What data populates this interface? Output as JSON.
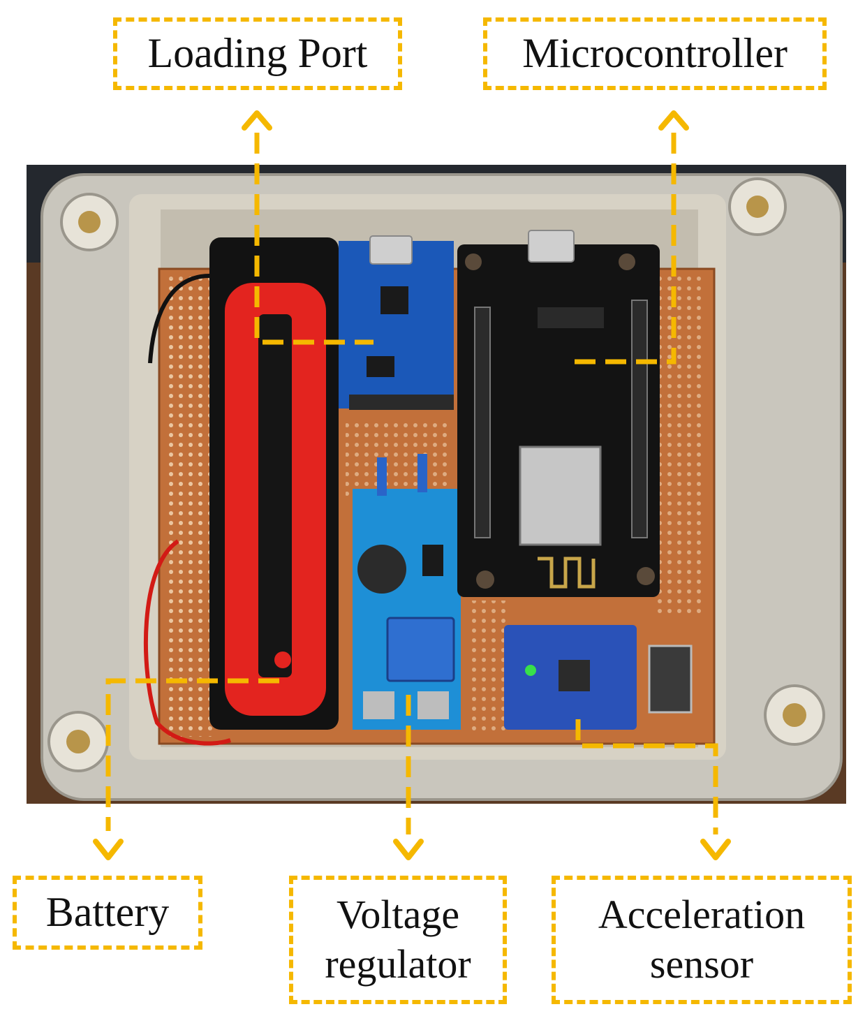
{
  "labels": {
    "loading_port": "Loading Port",
    "microcontroller": "Microcontroller",
    "battery": "Battery",
    "voltage_regulator_line1": "Voltage",
    "voltage_regulator_line2": "regulator",
    "acceleration_sensor_line1": "Acceleration",
    "acceleration_sensor_line2": "sensor"
  },
  "colors": {
    "callout": "#f5b800",
    "background": "#ffffff",
    "text": "#111111"
  }
}
